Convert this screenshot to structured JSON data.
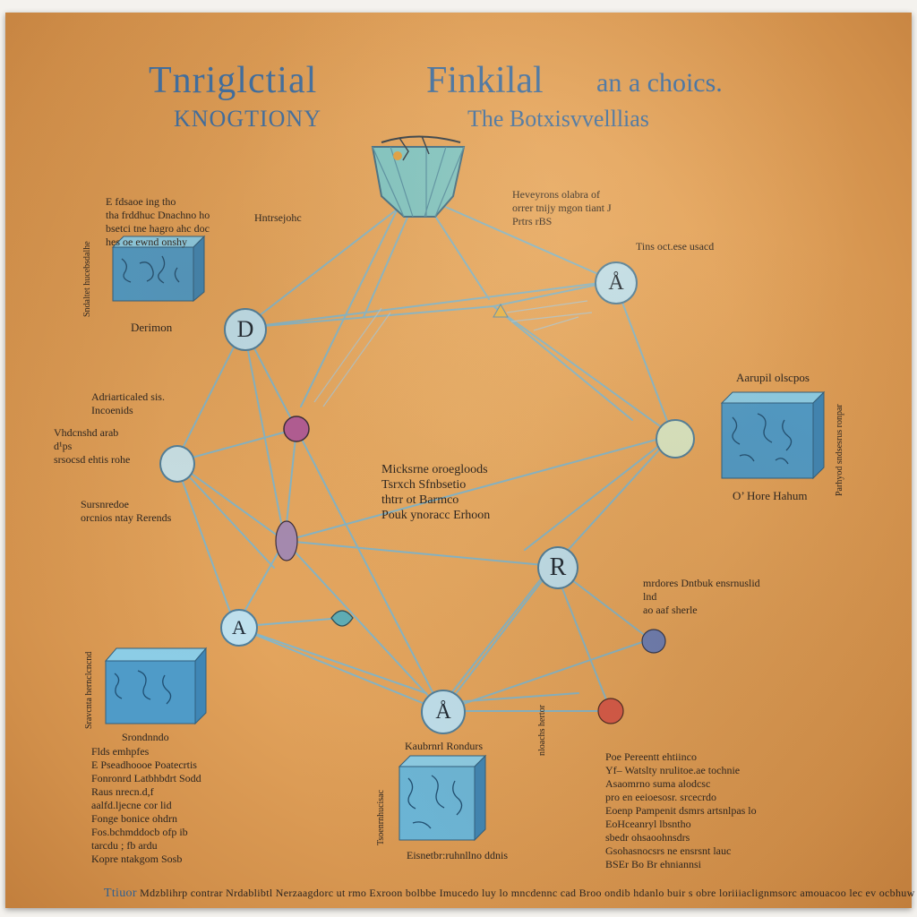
{
  "title": {
    "part1": "Tnriglctial",
    "part2": "Finkilal",
    "part3": "an a choics."
  },
  "subtitle": {
    "left": "KNOGTIONY",
    "right": "The Botxisvvelllias"
  },
  "node_glyphs": {
    "top_right": "Å",
    "upper_left": "D",
    "left": "",
    "right": "",
    "center_right": "R",
    "lower_left": "A",
    "bottom": "Å"
  },
  "cubes": {
    "top_left_label": "Derimon",
    "right_label": "O’ Hore Hahum",
    "right_caption": "Aarupil olscpos",
    "bottom_left_caption": "Srondnndo",
    "bottom_caption": "Kaubrnrl Rondurs",
    "bottom_under": "Eisnetbr:ruhnllno ddnis"
  },
  "annotations": {
    "top_left": [
      "E  fdsaoe   ing tho",
      "tha frddhuc Dnachno ho",
      "bsetci tne hagro ahc doc",
      "hes oe ewnd onshy"
    ],
    "top_left_small": "Hntrsejohc",
    "top_right": [
      "Heveyrons olabra  of",
      "orrer tnijy mgon tiant J",
      "Prtrs rBS"
    ],
    "top_right_small": "Tins  oct.ese  usacd",
    "left_upper": [
      "Adriarticaled sis.",
      "Incoenids"
    ],
    "left_mid": [
      "Vhdcnshd  arab",
      "d¹ps",
      "srsocsd ehtis  rohe"
    ],
    "left_lower": [
      "Sursnredoe",
      "orcnios ntay Rerends"
    ],
    "center": [
      "Micksrne  oroegloods",
      "Tsrxch  Sfnbsetio",
      "thtrr   ot  Barmco",
      "Pouk ynoracc Erhoon"
    ],
    "right_lower": [
      "mrdores Dntbuk ensrnuslid",
      "lnd",
      "ao aaf sherle"
    ],
    "bottom_left": [
      "Flds emhpfes",
      "E  Pseadhoooe Poatecrtis",
      "Fonronrd Latbhbdrt Sodd",
      "Raus nrecn.d,f",
      "aalfd.ljecne cor lid",
      "Fonge bonice  ohdrn",
      "Fos.bchmddocb ofp ib",
      "tarcdu ; fb ardu",
      "Kopre  ntakgom Sosb"
    ],
    "bottom_right": [
      "Poe  Pereentt ehtiinco",
      "Yf– Watslty  nrulitoe.ae  tochnie",
      "Asaomrno suma alodcsc",
      "pro  en eeioesosr. srcecrdo",
      "Eoenp  Pampenit dsmrs artsnlpas lo",
      "EoHceanryl lbsntho",
      "sbedr ohsaoohnsdrs",
      "Gsohasnocsrs  ne ensrsnt lauc",
      "BSEr Bo Br  ehniannsi"
    ],
    "vertical_left_top": "Sndaltet hucebsdalhe",
    "vertical_right": "Parhyod sndsesrus ronpar",
    "vertical_left_bottom": "Sravcnta hernclcncnd",
    "vertical_bottom": "Tsoenrnhucisac",
    "vertical_bottom_right": "nloachs hertor"
  },
  "footer": {
    "lead": "Ttiuor",
    "text": "Mdzblihrp contrar  Nrdablibtl  Nerzaagdorc  ut rmo  Exroon  bolbbe  Imucedo  luy  lo  mncdennc cad  Broo  ondib  hdanlo  buir  s  obre  loriiiaclignmsorc  amouacoo  lec  ev  ocbhuw"
  },
  "colors": {
    "parchment": "#e3a45d",
    "ink_blue": "#3e6fa3",
    "cube_blue": "#4f9bc8",
    "node_fill": "#bfe1ef",
    "line": "#7bb8d4"
  }
}
